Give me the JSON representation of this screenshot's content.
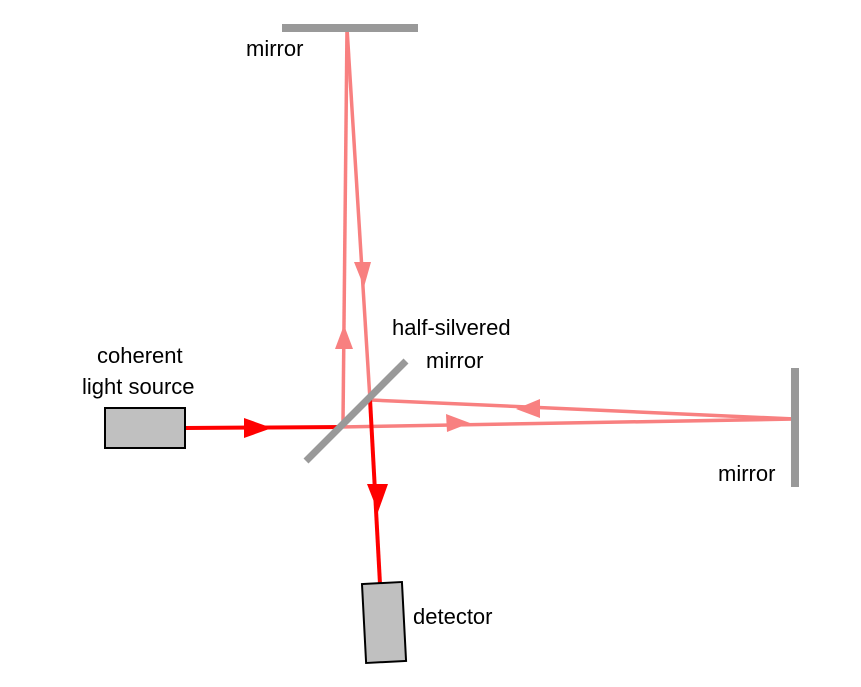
{
  "labels": {
    "top_mirror": "mirror",
    "right_mirror": "mirror",
    "beam_splitter_line1": "half-silvered",
    "beam_splitter_line2": "mirror",
    "source_line1": "coherent",
    "source_line2": "light source",
    "detector": "detector"
  },
  "colors": {
    "beam_main": "#ff0000",
    "beam_split": "#f88080",
    "mirror": "#999999",
    "component_fill": "#c0c0c0",
    "component_stroke": "#000000"
  }
}
